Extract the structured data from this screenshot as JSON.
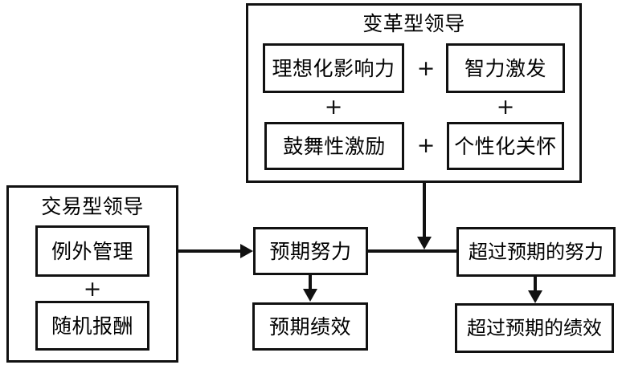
{
  "diagram": {
    "title": "",
    "groups": [
      {
        "id": "transformational",
        "title": "变革型领导",
        "components": [
          "理想化影响力",
          "智力激发",
          "鼓舞性激励",
          "个性化关怀"
        ],
        "operators": [
          "+",
          "+",
          "+",
          "+"
        ]
      },
      {
        "id": "transactional",
        "title": "交易型领导",
        "components": [
          "例外管理",
          "随机报酬"
        ],
        "operators": [
          "+"
        ]
      }
    ],
    "outcomes": [
      {
        "id": "expected-effort",
        "label": "预期努力"
      },
      {
        "id": "expected-performance",
        "label": "预期绩效"
      },
      {
        "id": "extra-effort",
        "label": "超过预期的努力"
      },
      {
        "id": "extra-performance",
        "label": "超过预期的绩效"
      }
    ],
    "colors": {
      "stroke": "#111111",
      "background": "#ffffff",
      "text": "#000000"
    }
  }
}
